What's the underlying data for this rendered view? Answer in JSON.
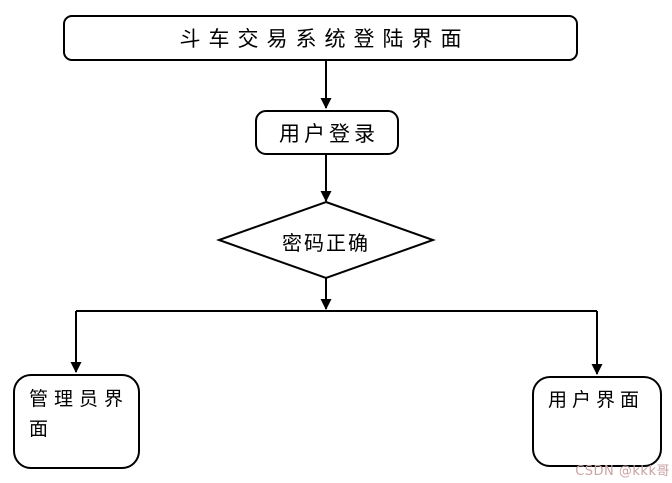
{
  "diagram": {
    "type": "flowchart",
    "title_node": "斗车交易系统登陆界面",
    "nodes": {
      "login": "用户登录",
      "decision": "密码正确",
      "admin": "管理员界面",
      "user": "用户界面"
    },
    "edges": [
      {
        "from": "title_node",
        "to": "login"
      },
      {
        "from": "login",
        "to": "decision"
      },
      {
        "from": "decision",
        "to": "branch"
      },
      {
        "from": "branch",
        "to": "admin"
      },
      {
        "from": "branch",
        "to": "user"
      }
    ],
    "watermark": "CSDN @kkk哥"
  },
  "colors": {
    "line": "#000000",
    "background": "#ffffff",
    "watermark": "#c9a2a2"
  }
}
